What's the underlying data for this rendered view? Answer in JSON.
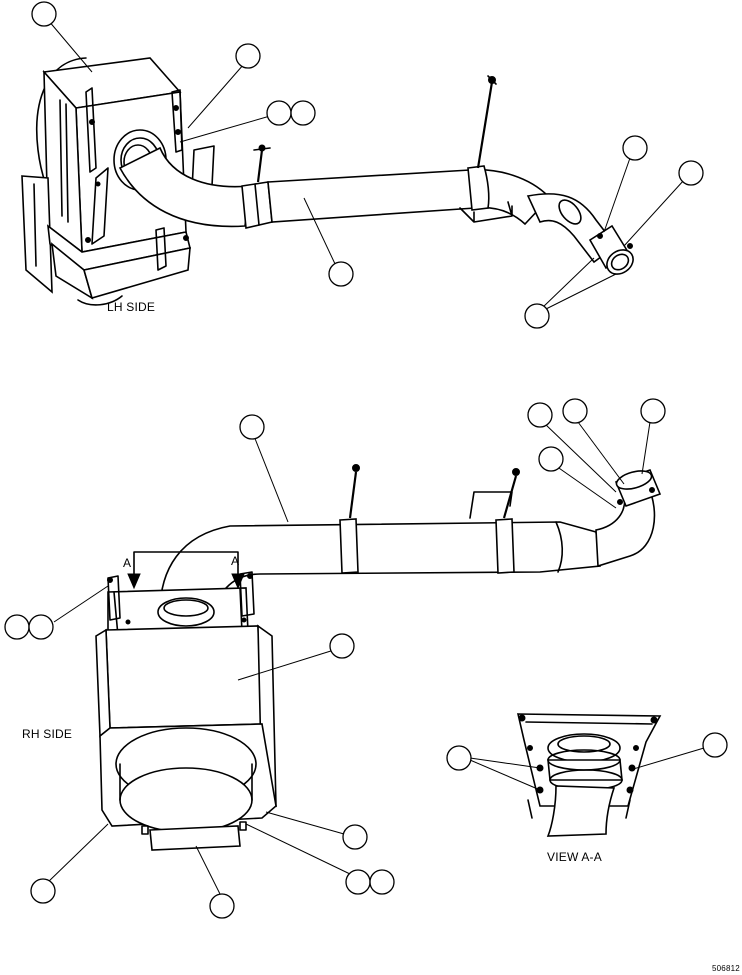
{
  "views": {
    "lh_label": "LH SIDE",
    "rh_label": "RH SIDE",
    "section_label": "VIEW A-A",
    "section_marker_left": "A",
    "section_marker_right": "A"
  },
  "figure": {
    "id": "506812"
  }
}
